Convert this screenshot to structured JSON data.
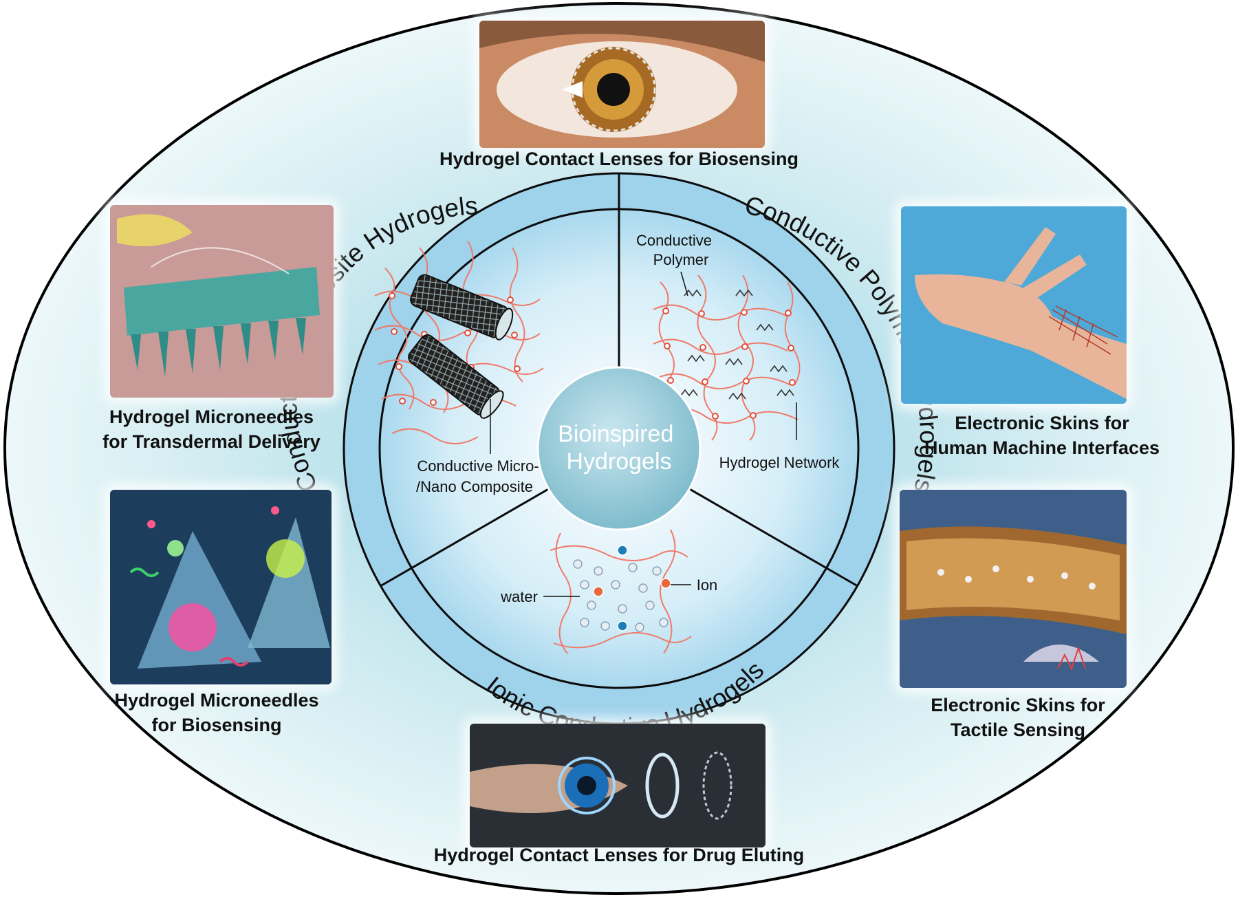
{
  "center": {
    "title": "Bioinspired\nHydrogels"
  },
  "ring_labels": {
    "composite": "Conductive Composite Hydrogels",
    "polymers": "Conductive Polymers Hydrogels",
    "ionic": "Ionic Conductive Hydrogels"
  },
  "sector_labels": {
    "micro_nano_1": "Conductive Micro-",
    "micro_nano_2": "/Nano Composite",
    "polymer_1": "Conductive",
    "polymer_2": "Polymer",
    "network": "Hydrogel Network",
    "water": "water",
    "ion": "Ion"
  },
  "applications": {
    "contact_biosensing": "Hydrogel Contact Lenses for Biosensing",
    "mn_delivery": "Hydrogel Microneedles\nfor Transdermal Delivery",
    "mn_biosensing": "Hydrogel Microneedles\nfor Biosensing",
    "eskin_hmi": "Electronic Skins for\nHuman Machine Interfaces",
    "eskin_tactile": "Electronic Skins for\nTactile Sensing",
    "contact_drug": "Hydrogel Contact Lenses for Drug Eluting"
  },
  "colors": {
    "ring_blue": "#9fd3ec",
    "network_red": "#f07a6a",
    "outline": "#0b0b0b",
    "ion_orange": "#e86a3c",
    "ion_blue": "#1a7fb8"
  }
}
